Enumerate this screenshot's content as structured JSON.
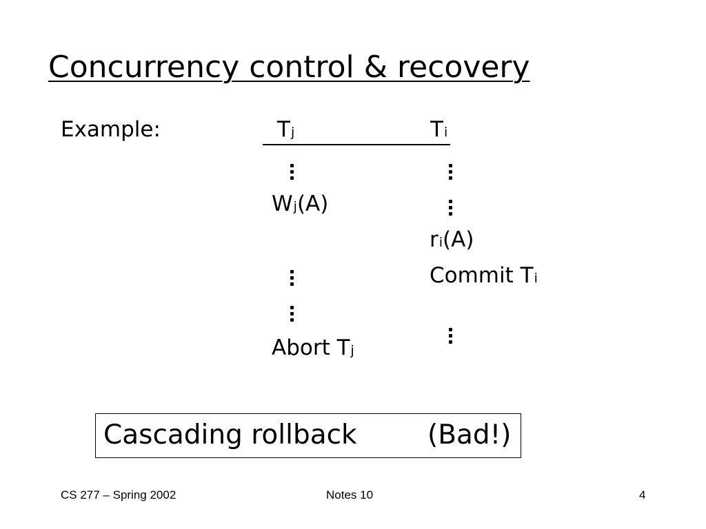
{
  "title": "Concurrency control & recovery",
  "example_label": "Example:",
  "transactions": {
    "tj": {
      "letter": "T",
      "subscript": "j"
    },
    "ti": {
      "letter": "T",
      "subscript": "i"
    }
  },
  "ops_tj": {
    "write": {
      "op": "W",
      "subscript": "j",
      "arg": "(A)"
    },
    "abort": {
      "text": "Abort T",
      "subscript": "j"
    }
  },
  "ops_ti": {
    "read": {
      "op": "r",
      "subscript": "i",
      "arg": "(A)"
    },
    "commit": {
      "text": "Commit T",
      "subscript": "i"
    }
  },
  "callout": {
    "text": "Cascading rollback",
    "note": "(Bad!)"
  },
  "footer": {
    "course": "CS 277 – Spring 2002",
    "notes": "Notes 10",
    "page": "4"
  }
}
